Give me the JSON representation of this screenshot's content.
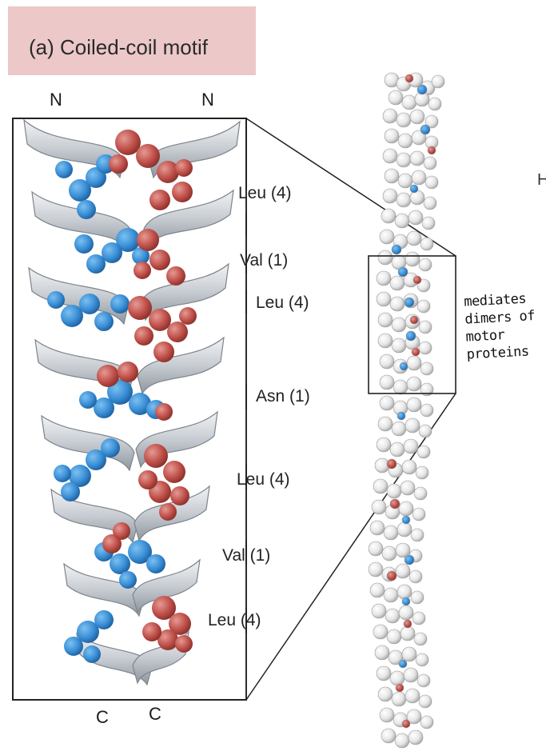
{
  "figure": {
    "title": "(a) Coiled-coil motif",
    "n_labels": [
      "N",
      "N"
    ],
    "c_labels": [
      "C",
      "C"
    ],
    "residues": [
      {
        "label": "Leu (4)"
      },
      {
        "label": "Val (1)"
      },
      {
        "label": "Leu (4)"
      },
      {
        "label": "Asn (1)"
      },
      {
        "label": "Leu (4)"
      },
      {
        "label": "Val (1)"
      },
      {
        "label": "Leu (4)"
      }
    ],
    "annotation_lines": [
      "mediates",
      "dimers of",
      "motor",
      "proteins"
    ],
    "edge_letter": "H",
    "colors": {
      "title_bg": "#ecc8c8",
      "helix_a": "#3a8fd6",
      "helix_b": "#c0504a",
      "ribbon": "#cfd3d8",
      "sphere": "#e9e9e9"
    }
  }
}
